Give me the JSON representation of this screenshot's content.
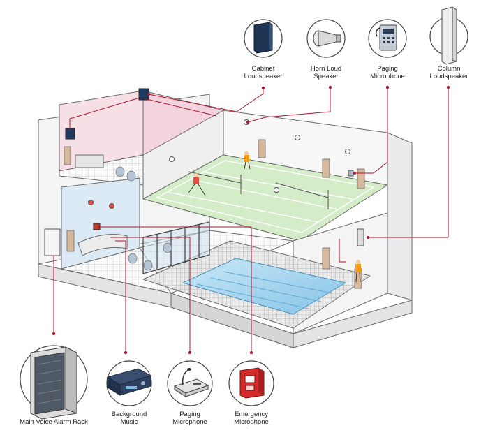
{
  "devices_top": [
    {
      "id": "cabinet",
      "line1": "Cabinet",
      "line2": "Loudspeaker",
      "icon": "cabinet-loudspeaker-icon"
    },
    {
      "id": "horn",
      "line1": "Horn Loud",
      "line2": "Speaker",
      "icon": "horn-loudspeaker-icon"
    },
    {
      "id": "paging_top",
      "line1": "Paging",
      "line2": "Microphone",
      "icon": "paging-wall-microphone-icon"
    },
    {
      "id": "column",
      "line1": "Column",
      "line2": "Loudspeaker",
      "icon": "column-loudspeaker-icon"
    }
  ],
  "devices_bottom": [
    {
      "id": "rack",
      "line1": "Main Voice Alarm Rack",
      "line2": "",
      "icon": "voice-alarm-rack-icon"
    },
    {
      "id": "bgm",
      "line1": "Background",
      "line2": "Music",
      "icon": "background-music-player-icon"
    },
    {
      "id": "paging_desk",
      "line1": "Paging",
      "line2": "Microphone",
      "icon": "desk-paging-microphone-icon"
    },
    {
      "id": "emergency",
      "line1": "Emergency",
      "line2": "Microphone",
      "icon": "emergency-microphone-icon"
    }
  ],
  "colors": {
    "connector": "#b3132b",
    "building_line": "#6a6a6a",
    "wall_fill": "#f6f6f6",
    "court_fill": "#d4ecc8",
    "pool_water": "#9fd2ec",
    "office_pink": "#f7dfe6",
    "lobby_blue": "#dceaf5",
    "tile_line": "#bdbdbd"
  }
}
